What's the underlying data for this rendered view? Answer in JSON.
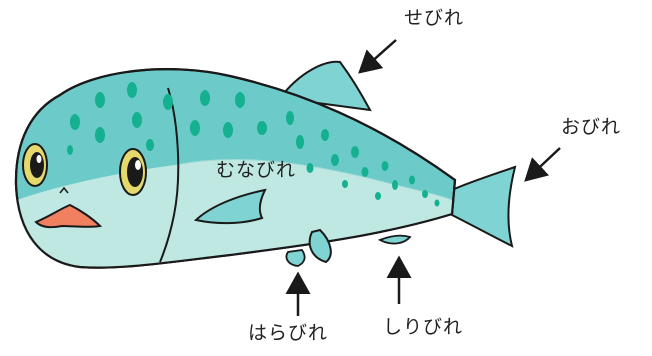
{
  "labels": {
    "dorsal_fin": "せびれ",
    "tail_fin": "おびれ",
    "pectoral_fin": "むなびれ",
    "pelvic_fin": "はらびれ",
    "anal_fin": "しりびれ"
  },
  "colors": {
    "body_teal": "#6ccbc9",
    "belly": "#bfe8e3",
    "spots": "#14b08f",
    "fin": "#7fd3d3",
    "eye_ring": "#e4d96a",
    "mouth": "#f08060",
    "outline": "#1a1a1a"
  }
}
